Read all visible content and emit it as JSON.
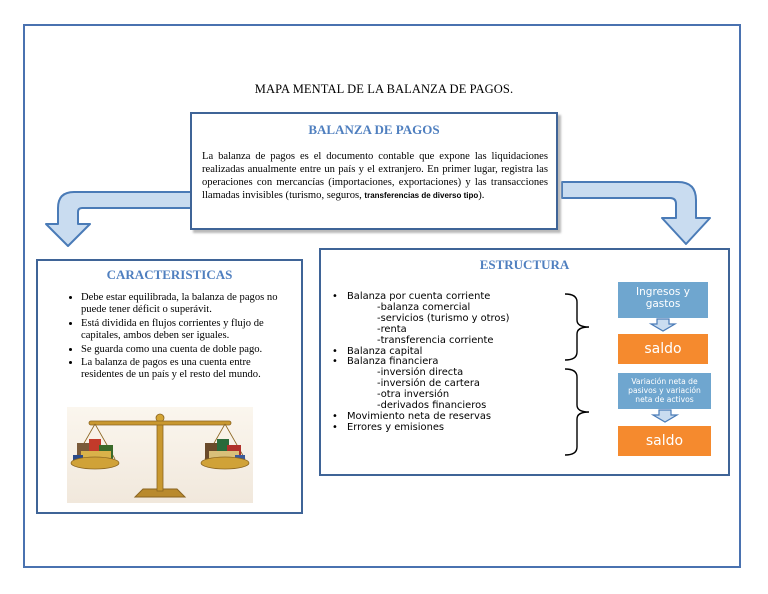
{
  "page_title": "MAPA MENTAL DE LA BALANZA DE PAGOS.",
  "main": {
    "title": "BALANZA DE PAGOS",
    "description": "La balanza de pagos es el documento contable que expone las liquidaciones realizadas anualmente entre un país y el extranjero. En primer lugar, registra las operaciones con mercancías (importaciones, exportaciones) y las transacciones llamadas invisibles (turismo, seguros, ",
    "description_small": "transferencias de diverso tipo",
    "description_end": ")."
  },
  "characteristics": {
    "title": "CARACTERISTICAS",
    "items": [
      "Debe estar equilibrada, la balanza de pagos no puede tener déficit o superávit.",
      "Está dividida en flujos corrientes y flujo de capitales, ambos deben ser iguales.",
      "Se guarda como una cuenta de doble pago.",
      "La balanza de pagos es una cuenta entre residentes de un país y el resto del mundo."
    ]
  },
  "structure": {
    "title": "ESTRUCTURA",
    "lines": [
      {
        "text": "Balanza por cuenta corriente",
        "bullet": true
      },
      {
        "text": "-balanza comercial",
        "bullet": false
      },
      {
        "text": "-servicios (turismo y otros)",
        "bullet": false
      },
      {
        "text": "-renta",
        "bullet": false
      },
      {
        "text": "-transferencia corriente",
        "bullet": false
      },
      {
        "text": "Balanza capital",
        "bullet": true
      },
      {
        "text": "Balanza financiera",
        "bullet": true
      },
      {
        "text": "-inversión directa",
        "bullet": false
      },
      {
        "text": "-inversión de cartera",
        "bullet": false
      },
      {
        "text": "-otra inversión",
        "bullet": false
      },
      {
        "text": "-derivados financieros",
        "bullet": false
      },
      {
        "text": "Movimiento neta de reservas",
        "bullet": true
      },
      {
        "text": "Errores y emisiones",
        "bullet": true
      }
    ],
    "tile1": "Ingresos y gastos",
    "result1": "saldo",
    "tile2": "Variación neta de pasivos y variación neta de activos",
    "result2": "saldo"
  },
  "colors": {
    "frame": "#4a72b0",
    "box_border": "#3f6497",
    "title_blue": "#4f7fbf",
    "arrow_fill": "#c9dcf0",
    "arrow_stroke": "#4a7bb7",
    "tile_blue": "#6fa6cf",
    "tile_orange": "#f58a2e"
  }
}
